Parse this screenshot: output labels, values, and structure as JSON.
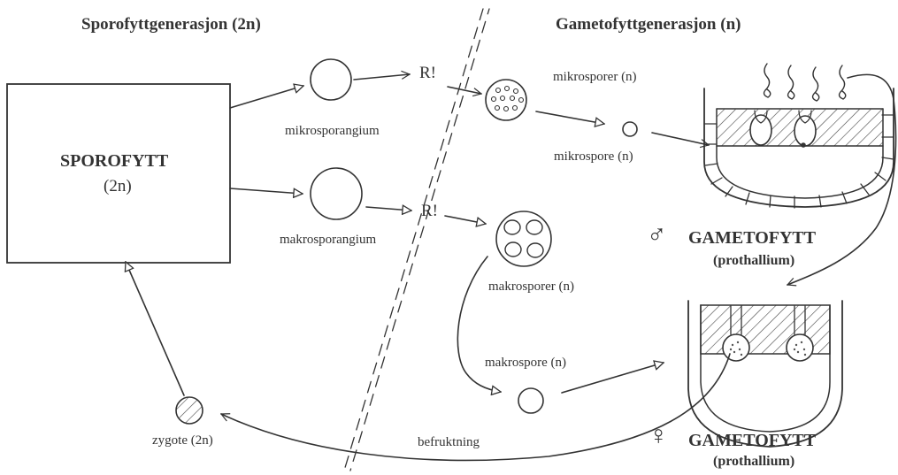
{
  "header": {
    "sporophyte_generation": "Sporofyttgenerasjon (2n)",
    "gametophyte_generation": "Gametofyttgenerasjon (n)"
  },
  "sporophyte": {
    "title": "SPOROFYTT",
    "ploidy": "(2n)"
  },
  "labels": {
    "microsporangium": "mikrosporangium",
    "macrosporangium": "makrosporangium",
    "meiosis_micro": "R!",
    "meiosis_macro": "R!",
    "microspores": "mikrosporer (n)",
    "microspore": "mikrospore (n)",
    "macrospores": "makrosporer (n)",
    "macrospore": "makrospore (n)",
    "zygote": "zygote (2n)",
    "fertilization": "befruktning"
  },
  "male_gametophyte": {
    "symbol": "♂",
    "title": "GAMETOFYTT",
    "subtitle": "(prothallium)"
  },
  "female_gametophyte": {
    "symbol": "♀",
    "title": "GAMETOFYTT",
    "subtitle": "(prothallium)"
  },
  "colors": {
    "ink": "#333333",
    "paper": "#ffffff"
  }
}
